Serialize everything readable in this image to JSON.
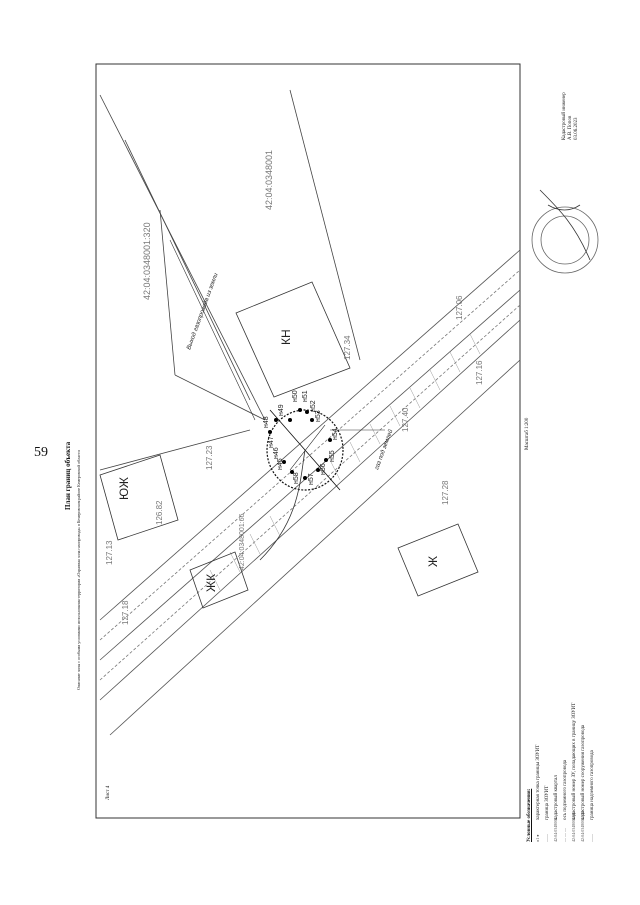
{
  "page_number": "59",
  "title": "План границ объекта",
  "subtitle": "Описание зоны с особыми условиями использования территории «Охранная зона газопровода» в Кемеровском районе Кемеровской области",
  "sheet": "Лист 4",
  "scale": "Масштаб 1:200",
  "engineer": {
    "role": "Кадастровый инженер",
    "name": "А.В. Попов",
    "date": "03.06.2023"
  },
  "map": {
    "parcels": [
      "42:04:0348001:320",
      "42:04:0348001",
      "42:04:0348001:66"
    ],
    "buildings": [
      "КН",
      "ЮЖ",
      "ЖК",
      "Ж"
    ],
    "points": [
      "н47",
      "н48",
      "н49",
      "н50",
      "н51",
      "н52",
      "н53",
      "н54",
      "н55",
      "н56",
      "н57",
      "н58",
      "н45",
      "н46"
    ],
    "elevations": [
      "127.13",
      "127.18",
      "127.23",
      "127.34",
      "127.40",
      "127.28",
      "127.06",
      "127.16",
      "126.82"
    ],
    "notes": [
      "Выход газопровода из земли",
      "газ под землей"
    ]
  },
  "legend": {
    "title": "Условные обозначения:",
    "items": [
      {
        "sample": "н1 ●",
        "text": "характерная точка границы ЗОУИТ"
      },
      {
        "sample": "——",
        "text": "граница ЗОУИТ"
      },
      {
        "sample": "42:04:0348001",
        "text": "кадастровый квартал"
      },
      {
        "sample": "— — —",
        "text": "ось подземного газопровода"
      },
      {
        "sample": "42:04:0348001:66",
        "text": "кадастровый номер ЗУ, попадающих в границу ЗОУИТ"
      },
      {
        "sample": "42:04:0348001:320",
        "text": "кадастровый номер сооружения газопровода"
      },
      {
        "sample": "——",
        "text": "граница надземного газопровода"
      }
    ]
  }
}
